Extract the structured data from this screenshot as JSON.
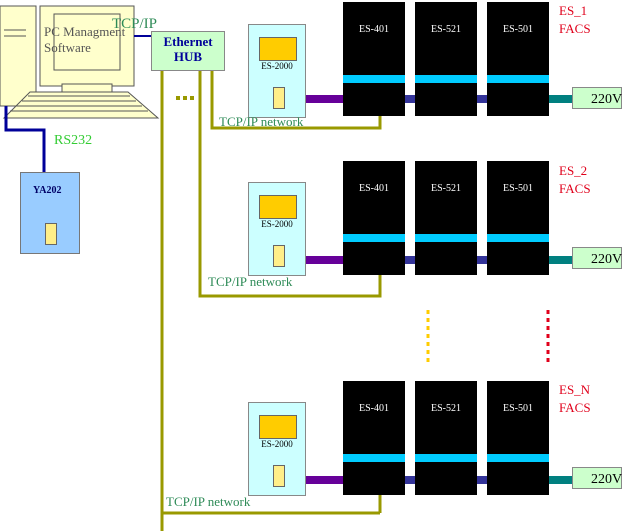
{
  "pc": {
    "software_label": "PC Managment Software"
  },
  "labels": {
    "tcp_ip_top": "TCP/IP",
    "rs232": "RS232",
    "tcp_ip_network": "TCP/IP network",
    "volt": "220V"
  },
  "hub": {
    "label": "Ethernet HUB"
  },
  "ya202": {
    "label": "YA202"
  },
  "racks": [
    {
      "name": "ES_1",
      "type": "FACS",
      "controller": "ES-2000",
      "modules": [
        "ES-401",
        "ES-521",
        "ES-501"
      ]
    },
    {
      "name": "ES_2",
      "type": "FACS",
      "controller": "ES-2000",
      "modules": [
        "ES-401",
        "ES-521",
        "ES-501"
      ]
    },
    {
      "name": "ES_N",
      "type": "FACS",
      "controller": "ES-2000",
      "modules": [
        "ES-401",
        "ES-521",
        "ES-501"
      ]
    }
  ],
  "colors": {
    "network_wire": "#999900",
    "serial_wire": "#000099",
    "bus_purple": "#660099",
    "bus_navy": "#333399",
    "power_teal": "#008080",
    "dots_yellow": "#ffcc00",
    "dots_red": "#e0001b"
  }
}
